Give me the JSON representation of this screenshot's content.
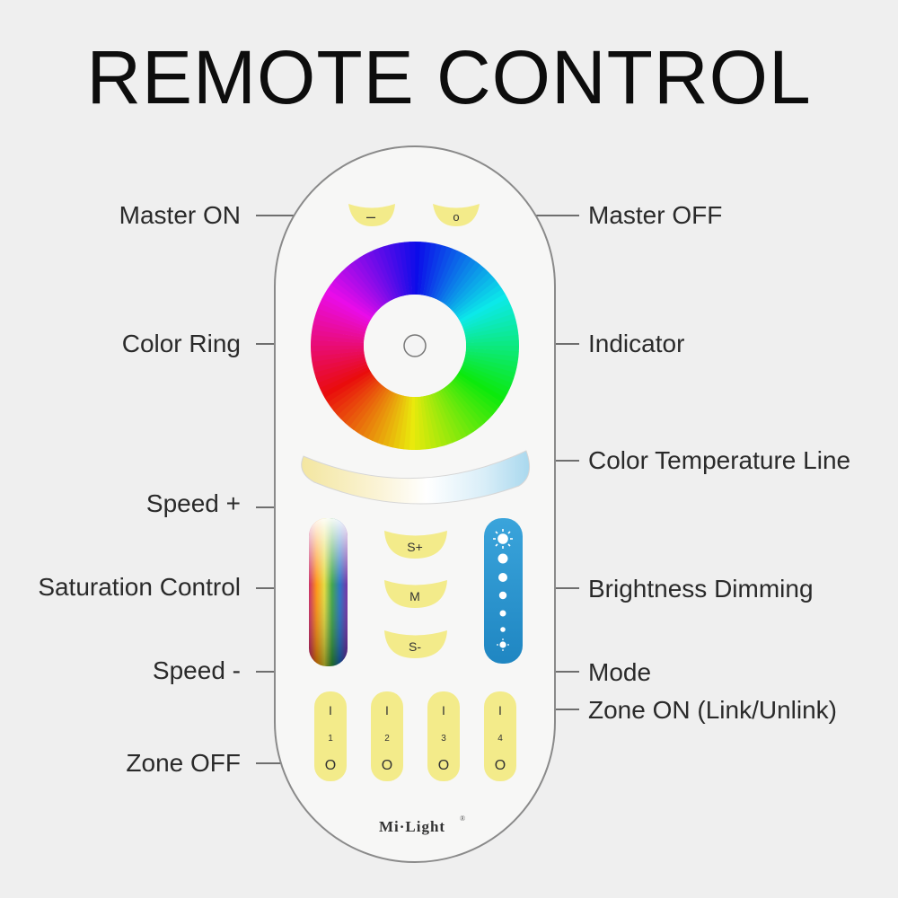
{
  "title": "REMOTE CONTROL",
  "labels": {
    "master_on": "Master ON",
    "master_off": "Master OFF",
    "color_ring": "Color Ring",
    "indicator": "Indicator",
    "color_temperature_line": "Color Temperature Line",
    "speed_plus": "Speed +",
    "saturation_control": "Saturation Control",
    "brightness_dimming": "Brightness Dimming",
    "speed_minus": "Speed -",
    "mode": "Mode",
    "zone_on": "Zone ON (Link/Unlink)",
    "zone_off": "Zone OFF"
  },
  "buttons": {
    "master_on_symbol": "–",
    "master_off_symbol": "o",
    "speed_plus": "S+",
    "mode": "M",
    "speed_minus": "S-"
  },
  "zones": [
    {
      "on": "I",
      "number": "1",
      "off": "O"
    },
    {
      "on": "I",
      "number": "2",
      "off": "O"
    },
    {
      "on": "I",
      "number": "3",
      "off": "O"
    },
    {
      "on": "I",
      "number": "4",
      "off": "O"
    }
  ],
  "brand": "Mi·Light",
  "brand_mark": "®",
  "colors": {
    "background": "#efefef",
    "remote_body": "#f7f7f6",
    "button_yellow": "#f3eb8a",
    "brightness_blue": "#2a96cf",
    "leader_line": "#444444"
  }
}
